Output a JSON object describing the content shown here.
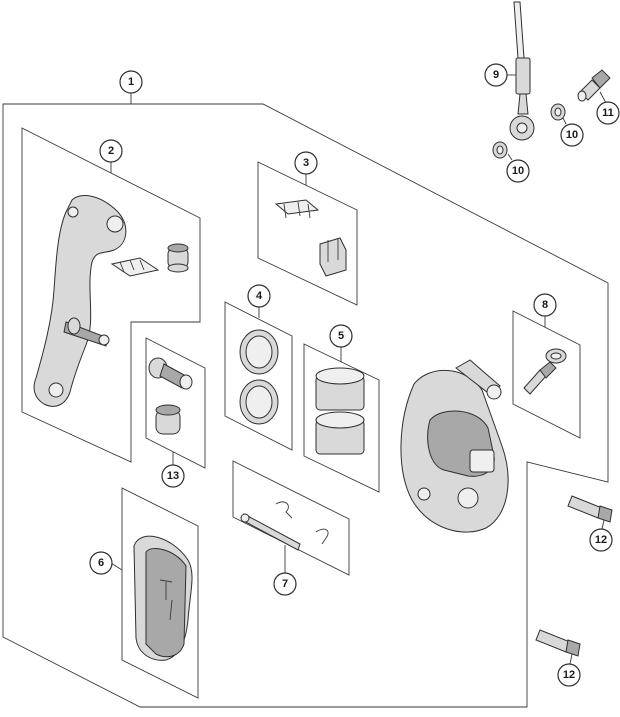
{
  "callouts": {
    "c1": "1",
    "c2": "2",
    "c3": "3",
    "c4": "4",
    "c5": "5",
    "c6": "6",
    "c7": "7",
    "c8": "8",
    "c9": "9",
    "c10a": "10",
    "c10b": "10",
    "c11": "11",
    "c12a": "12",
    "c12b": "12",
    "c13": "13"
  },
  "colors": {
    "line": "#3a3a3a",
    "part_fill": "#d9d9d9",
    "part_dark": "#a8a8a8",
    "background": "#ffffff"
  }
}
